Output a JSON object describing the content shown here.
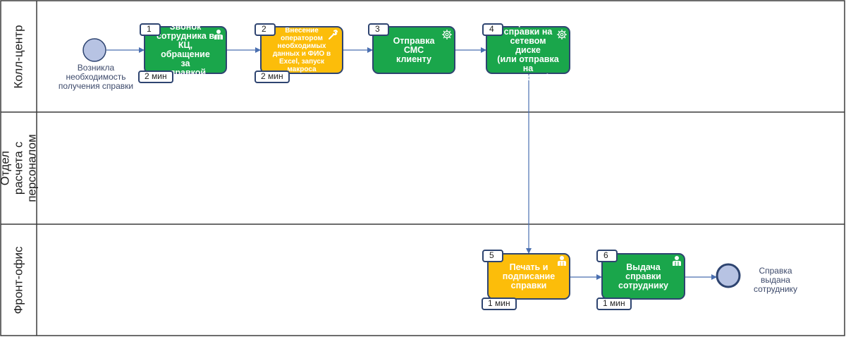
{
  "colors": {
    "task_green": "#1aa64b",
    "task_yellow": "#fcbd0a",
    "border": "#2e4470",
    "event_fill": "#b7c3e3",
    "connector": "#4a6fb0"
  },
  "lanes": [
    {
      "label": "Колл-центр"
    },
    {
      "label": "Отдел расчета с\nперсоналом"
    },
    {
      "label": "Фронт-офис"
    }
  ],
  "start_event": {
    "label": "Возникла необходимость\nполучения справки"
  },
  "end_event": {
    "label": "Справка выдана\nсотруднику"
  },
  "tasks": [
    {
      "number": "1",
      "text": "Звонок\nсотрудника в КЦ,\nобращение за\nсправкой",
      "time": "2 мин",
      "color": "green",
      "icon": "user-icon"
    },
    {
      "number": "2",
      "text": "Внесение\nоператором\nнеобходимых\nданных и ФИО в\nExcel, запуск\nмакроса",
      "time": "2 мин",
      "color": "yellow",
      "icon": "wrench-icon"
    },
    {
      "number": "3",
      "text": "Отправка СМС\nклиенту",
      "time": "",
      "color": "green",
      "icon": "gear-icon"
    },
    {
      "number": "4",
      "text": "Сохранение\nсправки на\nсетевом диске\n(или отправка на\nэл. почту)",
      "time": "",
      "color": "green",
      "icon": "gear-icon"
    },
    {
      "number": "5",
      "text": "Печать и\nподписание\nсправки",
      "time": "1 мин",
      "color": "yellow",
      "icon": "user-icon"
    },
    {
      "number": "6",
      "text": "Выдача справки\nсотруднику",
      "time": "1 мин",
      "color": "green",
      "icon": "user-icon"
    }
  ]
}
